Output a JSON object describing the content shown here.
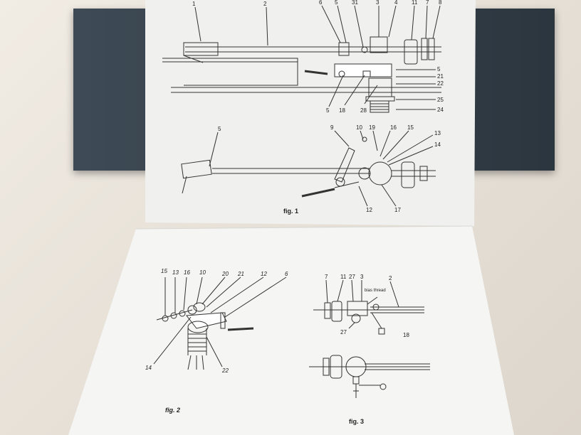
{
  "fig1": {
    "caption": "fig. 1",
    "labels_top": [
      "1",
      "2",
      "6",
      "5",
      "31",
      "3",
      "4",
      "11",
      "7",
      "8"
    ],
    "labels_right": [
      "5",
      "21",
      "22",
      "25",
      "24"
    ],
    "labels_bottom": [
      "5",
      "18",
      "28"
    ],
    "labels_lower": [
      "5",
      "9",
      "10",
      "19",
      "16",
      "15",
      "13",
      "14",
      "12",
      "17"
    ]
  },
  "fig2": {
    "caption": "fig. 2",
    "labels_top": [
      "15",
      "13",
      "16",
      "10",
      "20",
      "21",
      "12",
      "6"
    ],
    "labels_bottom": [
      "14",
      "22"
    ]
  },
  "fig3": {
    "caption": "fig. 3",
    "labels_top": [
      "7",
      "11",
      "27",
      "3",
      "2"
    ],
    "bias_label": "bias thread",
    "labels_bottom": [
      "27",
      "18"
    ]
  }
}
